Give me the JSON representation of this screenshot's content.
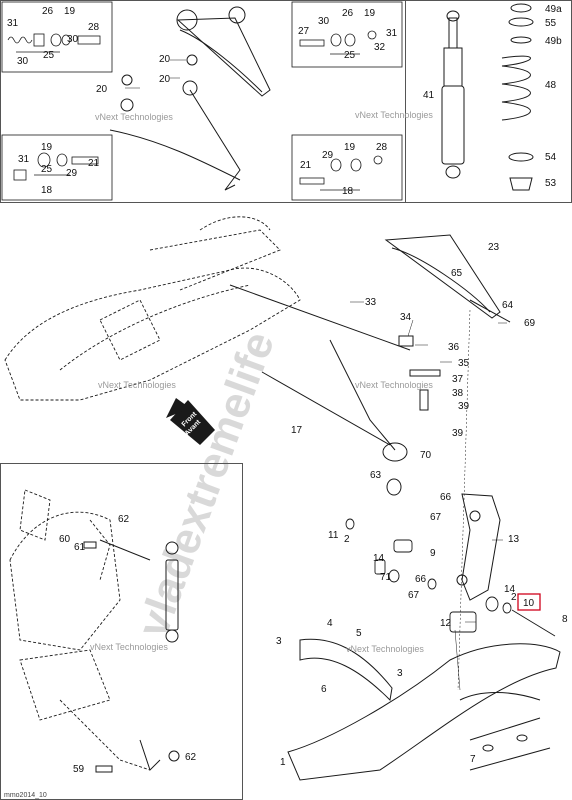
{
  "callouts": {
    "c31_tl": "31",
    "c26_tl": "26",
    "c19_tl": "19",
    "c28_tl": "28",
    "c30_tl_a": "30",
    "c30_tl_b": "30",
    "c25_tl": "25",
    "c20_a": "20",
    "c20_b": "20",
    "c20_c": "20",
    "c31_bl": "31",
    "c19_bl": "19",
    "c21_bl": "21",
    "c29_bl": "29",
    "c25_bl": "25",
    "c18_bl": "18",
    "c27_tr": "27",
    "c26_tr": "26",
    "c19_tr": "19",
    "c30_tr": "30",
    "c31_tr": "31",
    "c32_tr": "32",
    "c25_tr": "25",
    "c21_br": "21",
    "c29_br": "29",
    "c19_br": "19",
    "c28_br": "28",
    "c18_br": "18",
    "c49a": "49a",
    "c55": "55",
    "c49b": "49b",
    "c48": "48",
    "c41": "41",
    "c54": "54",
    "c53": "53",
    "c23": "23",
    "c65": "65",
    "c64": "64",
    "c69": "69",
    "c33": "33",
    "c34": "34",
    "c36": "36",
    "c35": "35",
    "c37": "37",
    "c38": "38",
    "c39_a": "39",
    "c39_b": "39",
    "c17": "17",
    "c70": "70",
    "c63": "63",
    "c66_a": "66",
    "c67_a": "67",
    "c11": "11",
    "c2_a": "2",
    "c13": "13",
    "c14_a": "14",
    "c9": "9",
    "c71": "71",
    "c66_b": "66",
    "c67_b": "67",
    "c14_b": "14",
    "c2_b": "2",
    "c10": "10",
    "c8": "8",
    "c12": "12",
    "c4": "4",
    "c5": "5",
    "c3_a": "3",
    "c3_b": "3",
    "c6": "6",
    "c1": "1",
    "c7": "7",
    "c62_a": "62",
    "c60": "60",
    "c61": "61",
    "c59": "59",
    "c62_b": "62"
  },
  "front_label": {
    "line1": "Front",
    "line2": "Avant"
  },
  "watermarks": {
    "vnext_1": "vNext Technologies",
    "vnext_2": "vNext Technologies",
    "vnext_3": "vNext Technologies",
    "vnext_4": "vNext Technologies",
    "vnext_5": "vNext Technologies",
    "vnext_6": "vNext Technologies",
    "site": "vladextremelife"
  },
  "footer_code": "mmo2014_10",
  "colors": {
    "line": "#1a1a1a",
    "frame": "#555555",
    "highlight": "#d0021b",
    "watermark": "#d9d9d9"
  }
}
